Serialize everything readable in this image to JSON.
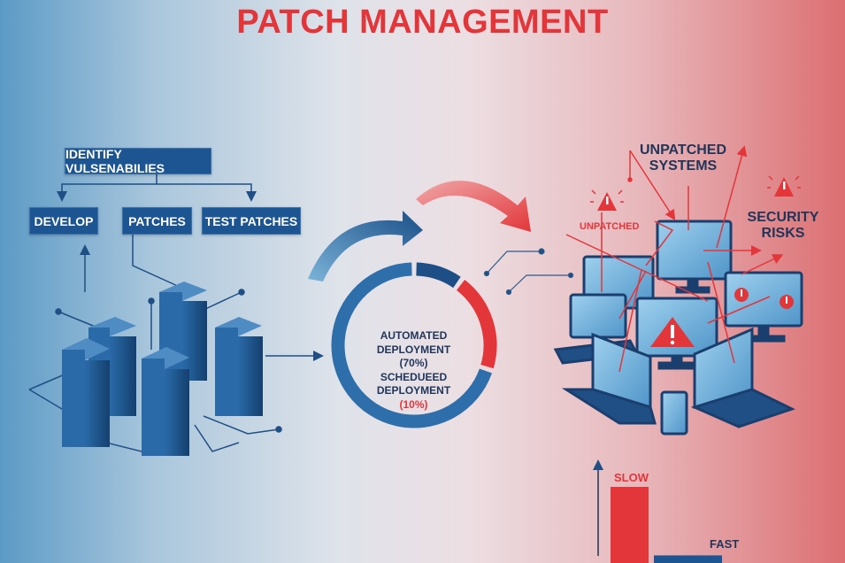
{
  "title": "PATCH MANAGEMENT",
  "flow": {
    "top_box": "IDENTIFY VULSENABILIES",
    "boxes": [
      "DEVELOP",
      "PATCHES",
      "TEST PATCHES"
    ]
  },
  "donut": {
    "line1": "AUTOMATED",
    "line2": "DEPLOYMENT",
    "line3": "(70%)",
    "line4": "SCHEDUEED",
    "line5": "DEPLOYMENT",
    "line6": "(10%)",
    "segments": [
      {
        "name": "automated",
        "percent": 70,
        "color": "#2d6eab"
      },
      {
        "name": "scheduled",
        "percent": 10,
        "color": "#1d4f86"
      },
      {
        "name": "other",
        "percent": 20,
        "color": "#e2363a"
      }
    ]
  },
  "risks": {
    "unpatched_systems_line1": "UNPATCHED",
    "unpatched_systems_line2": "SYSTEMS",
    "unpatched_label": "UNPATCHED",
    "security_risks_line1": "SECURITY",
    "security_risks_line2": "RISKS"
  },
  "chart_data": {
    "type": "bar",
    "categories": [
      "SLOW",
      "FAST"
    ],
    "values": [
      100,
      10
    ],
    "colors": [
      "#e2363a",
      "#1d5592"
    ],
    "title": "",
    "xlabel": "",
    "ylabel": ""
  }
}
